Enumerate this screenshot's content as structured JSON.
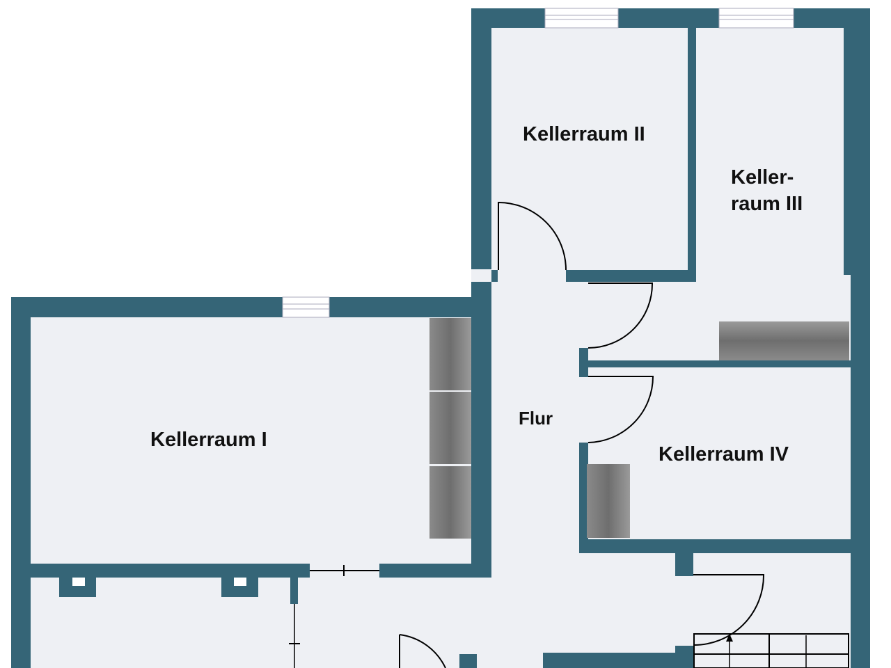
{
  "rooms": {
    "k1": "Kellerraum I",
    "k2": "Kellerraum II",
    "k3_line1": "Keller-",
    "k3_line2": "raum III",
    "k4": "Kellerraum IV",
    "flur": "Flur"
  },
  "colors": {
    "wall": "#356577",
    "floor": "#eef0f4"
  }
}
